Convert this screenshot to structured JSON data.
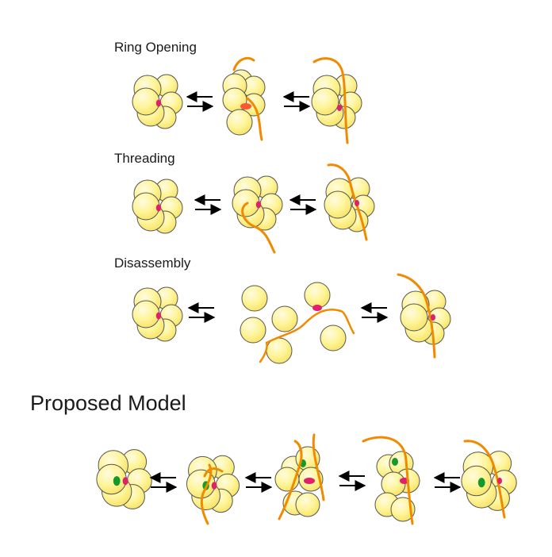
{
  "sections": [
    {
      "title": "Ring Opening"
    },
    {
      "title": "Threading"
    },
    {
      "title": "Disassembly"
    }
  ],
  "model": {
    "title": "Proposed Model"
  },
  "colors": {
    "subunit_fill": "#fff59b",
    "subunit_highlight": "#fffbe0",
    "subunit_stroke": "#555555",
    "chain": "#f28a00",
    "active_site": "#e0206a",
    "ligand": "#129a2a",
    "arrow": "#000000"
  }
}
